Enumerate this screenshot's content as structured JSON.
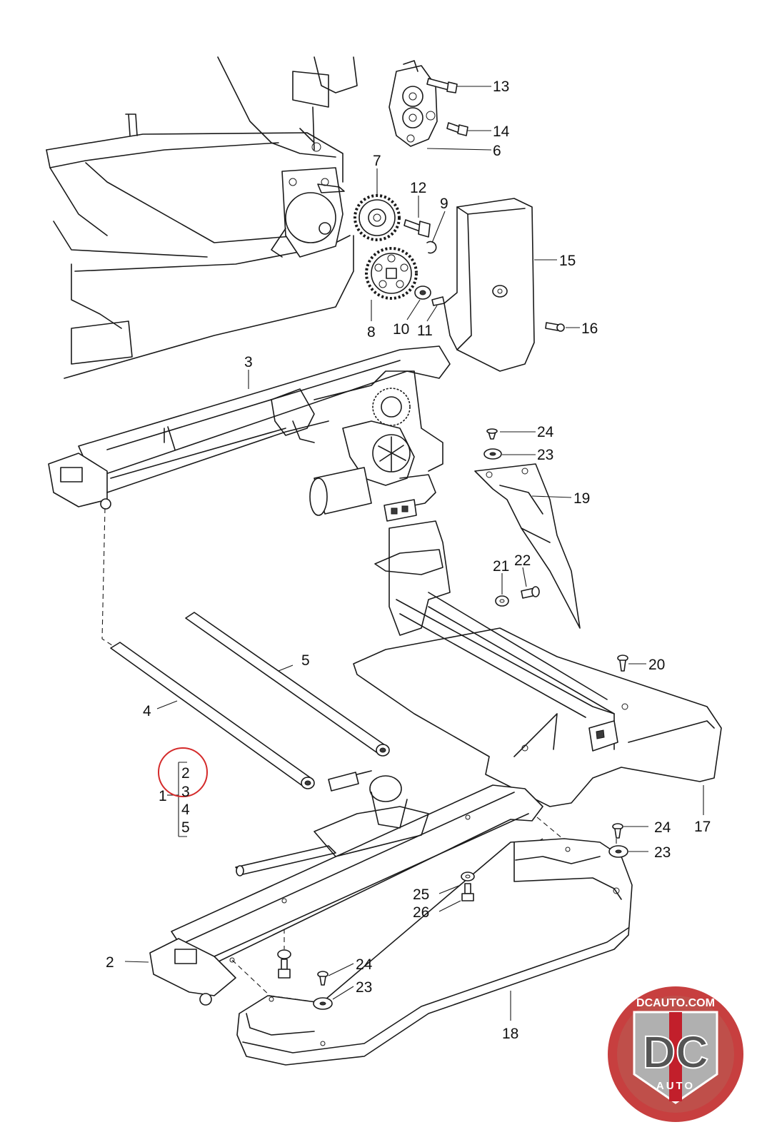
{
  "callouts": {
    "c1": "1",
    "c2": "2",
    "c3": "3",
    "c4": "4",
    "c5": "5",
    "c6": "6",
    "c7": "7",
    "c8": "8",
    "c9": "9",
    "c10": "10",
    "c11": "11",
    "c12": "12",
    "c13": "13",
    "c14": "14",
    "c15": "15",
    "c16": "16",
    "c17": "17",
    "c18": "18",
    "c19": "19",
    "c20": "20",
    "c21": "21",
    "c22": "22",
    "c23a": "23",
    "c23b": "23",
    "c23c": "23",
    "c24a": "24",
    "c24b": "24",
    "c24c": "24",
    "c25": "25",
    "c26": "26"
  },
  "legend_group": {
    "parent": "1",
    "items": [
      "2",
      "3",
      "4",
      "5"
    ],
    "highlight_color": "#d42a2a"
  },
  "logo": {
    "top_text": "DCAUTO.COM",
    "mark": "DC",
    "bottom_text": "AUTO",
    "colors": {
      "ring": "#c73f3f",
      "badge": "#b0b0b0",
      "stripe": "#c21f2b"
    }
  }
}
